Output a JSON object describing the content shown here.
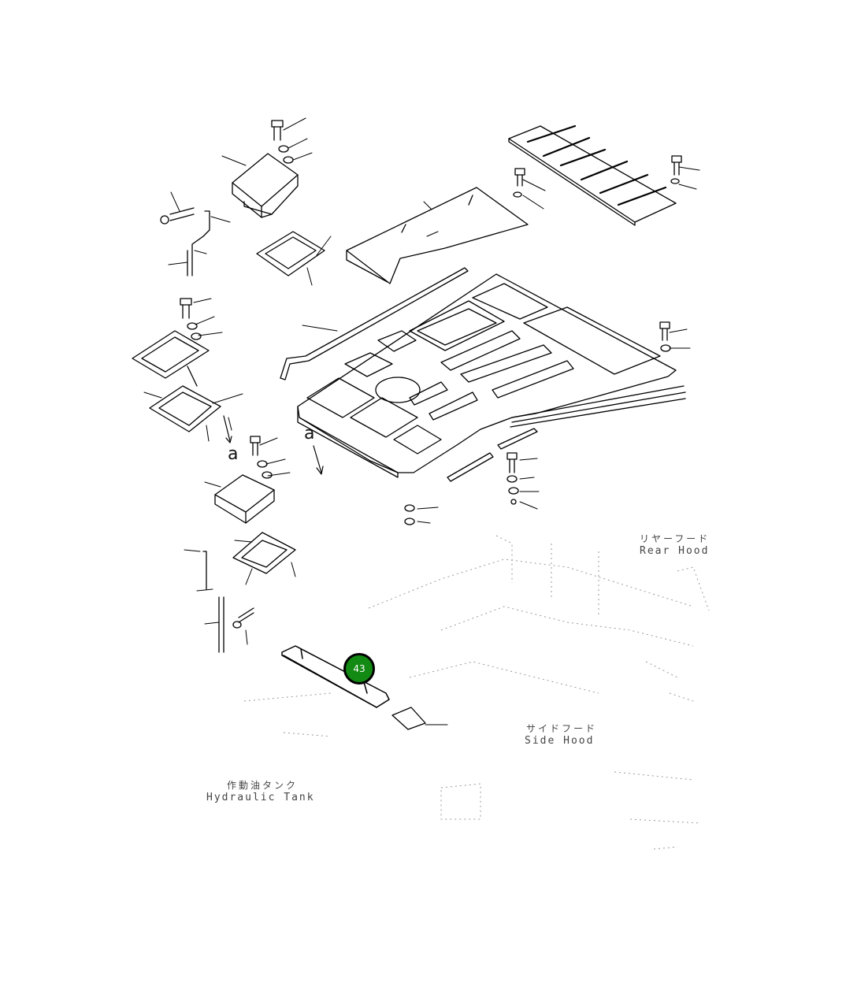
{
  "diagram": {
    "view_labels": [
      "a",
      "a"
    ],
    "rear_hood": {
      "jp": "リヤーフード",
      "en": "Rear Hood"
    },
    "side_hood": {
      "jp": "サイドフード",
      "en": "Side Hood"
    },
    "hydraulic_tank": {
      "jp": "作動油タンク",
      "en": "Hydraulic Tank"
    }
  },
  "callout": {
    "number": "43",
    "color": "#138a13"
  }
}
